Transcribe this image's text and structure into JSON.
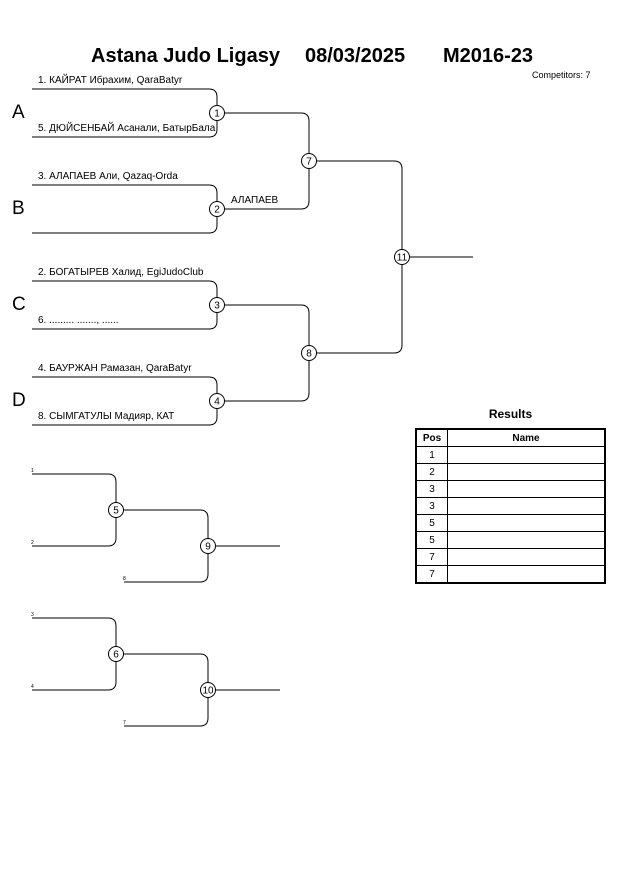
{
  "header": {
    "league": "Astana Judo Ligasy",
    "date": "08/03/2025",
    "category": "M2016-23",
    "competitors": "Competitors: 7"
  },
  "pools": [
    "A",
    "B",
    "C",
    "D"
  ],
  "entries": [
    "1. КАЙРАТ Ибрахим, QaraBatyr",
    "5. ДЮЙСЕНБАЙ Асанали, БатырБала",
    "3. АЛАПАЕВ Али, Qazaq-Orda",
    "",
    "2. БОГАТЫРЕВ Халид, EgiJudoClub",
    "6. ......... ......., ......",
    "4. БАУРЖАН Рамазан, QaraBatyr",
    "8. СЫМГАТУЛЫ Мадияр, КАТ"
  ],
  "winners": {
    "match2": "АЛАПАЕВ"
  },
  "repechage": {
    "labels": [
      "1",
      "2",
      "8",
      "3",
      "4",
      "7"
    ]
  },
  "matches": [
    "1",
    "2",
    "3",
    "4",
    "5",
    "6",
    "7",
    "8",
    "9",
    "10",
    "11"
  ],
  "results": {
    "title": "Results",
    "headers": [
      "Pos",
      "Name"
    ],
    "rows": [
      {
        "pos": "1",
        "name": ""
      },
      {
        "pos": "2",
        "name": ""
      },
      {
        "pos": "3",
        "name": ""
      },
      {
        "pos": "3",
        "name": ""
      },
      {
        "pos": "5",
        "name": ""
      },
      {
        "pos": "5",
        "name": ""
      },
      {
        "pos": "7",
        "name": ""
      },
      {
        "pos": "7",
        "name": ""
      }
    ]
  }
}
